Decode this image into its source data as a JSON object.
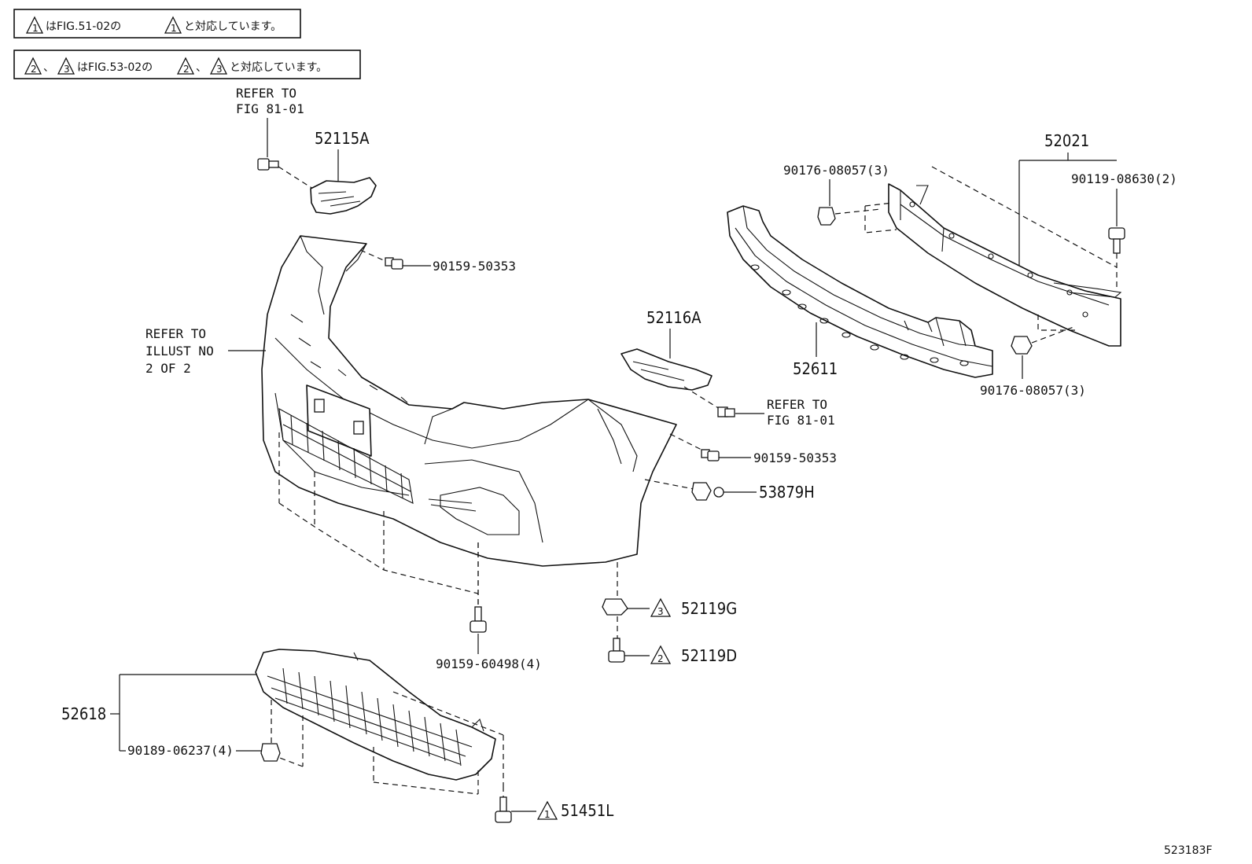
{
  "notes": [
    {
      "num1": "1",
      "text1": "はFIG.51-02の",
      "num2": "1",
      "text2": "と対応しています。"
    },
    {
      "num1": "2",
      "sep": "、",
      "num1b": "3",
      "text1": "はFIG.53-02の",
      "num2": "2",
      "sep2": "、",
      "num2b": "3",
      "text2": "と対応しています。"
    }
  ],
  "refs": {
    "top_left": [
      "REFER TO",
      "FIG 81-01"
    ],
    "left": [
      "REFER TO",
      "ILLUST NO",
      "2 OF 2"
    ],
    "mid_right": [
      "REFER TO",
      "FIG 81-01"
    ]
  },
  "parts": {
    "p52115A": "52115A",
    "p90159_50353_top": "90159-50353",
    "p52116A": "52116A",
    "p90159_50353_mid": "90159-50353",
    "p53879H": "53879H",
    "p52119G": {
      "label": "52119G",
      "note": "3"
    },
    "p52119D": {
      "label": "52119D",
      "note": "2"
    },
    "p90159_60498": "90159-60498(4)",
    "p52618": "52618",
    "p90189_06237": "90189-06237(4)",
    "p51451L": {
      "label": "51451L",
      "note": "1"
    },
    "p52021": "52021",
    "p90176_08057_top": "90176-08057(3)",
    "p90119_08630": "90119-08630(2)",
    "p52611": "52611",
    "p90176_08057_bot": "90176-08057(3)"
  },
  "figure_id": "523183F"
}
